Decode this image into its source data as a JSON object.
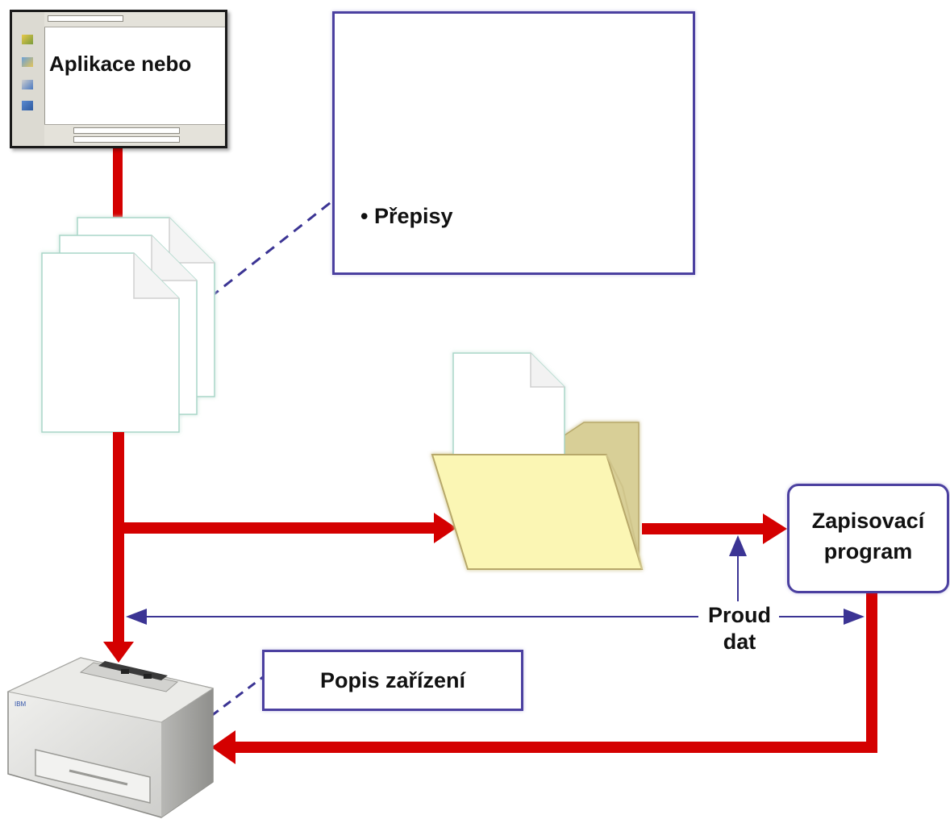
{
  "app_window": {
    "title": "Aplikace nebo"
  },
  "overrides_box": {
    "bullet_text": "• Přepisy"
  },
  "writer_box": {
    "line1": "Zapisovací",
    "line2": "program"
  },
  "device_box": {
    "label": "Popis zařízení"
  },
  "data_stream": {
    "line1": "Proud",
    "line2": "dat"
  },
  "colors": {
    "flow_arrow": "#d40000",
    "link_line": "#3b3494",
    "box_border": "#4b40a0",
    "folder_fill": "#fbf6b4",
    "folder_edge": "#b7a86a"
  },
  "icons": [
    "application-window-icon",
    "spooled-files-icon",
    "output-queue-folder-icon",
    "printer-icon"
  ]
}
